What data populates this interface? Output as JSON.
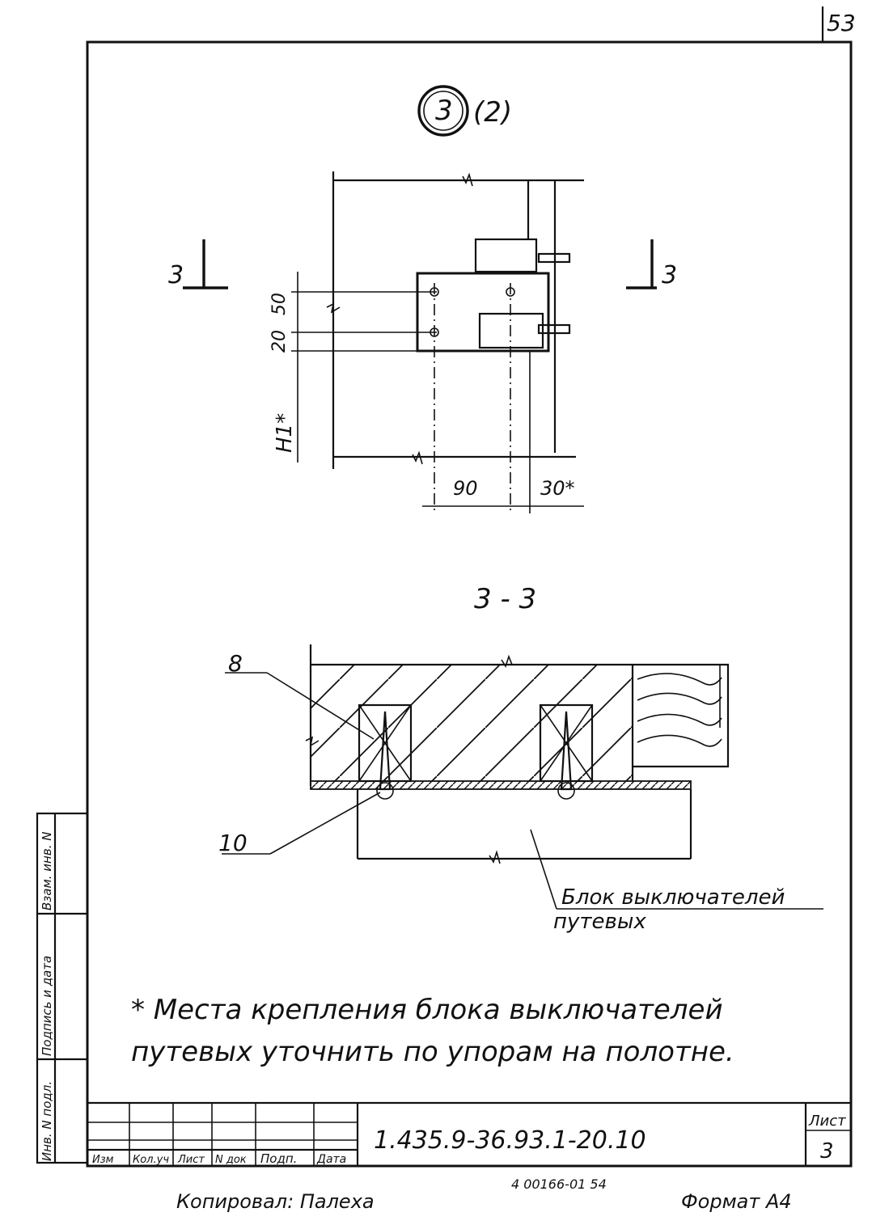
{
  "page_number": "53",
  "detail": {
    "circle_number": "3",
    "reference": "(2)"
  },
  "section_mark": {
    "left": "3",
    "right": "3"
  },
  "dimensions": {
    "d50": "50",
    "d20": "20",
    "h1": "H1*",
    "d90": "90",
    "d30": "30*"
  },
  "section_title": "3 - 3",
  "callouts": {
    "c8": "8",
    "c10": "10"
  },
  "block_label": {
    "line1": "Блок выключателей",
    "line2": "путевых"
  },
  "note": {
    "line1": "* Места крепления блока выключателей",
    "line2": "путевых уточнить по упорам на полотне."
  },
  "side_stamp": {
    "col1": "Инв. N подл.",
    "col2": "Подпись и дата",
    "col3": "Взам. инв. N"
  },
  "title_block": {
    "headers": [
      "Изм",
      "Кол.уч",
      "Лист",
      "N док",
      "Подп.",
      "Дата"
    ],
    "doc_code": "1.435.9-36.93.1-20.10",
    "sheet_label": "Лист",
    "sheet_number": "3"
  },
  "footer": {
    "copied": "Копировал: Палеха",
    "archive": "4 00166-01  54",
    "format": "Формат А4"
  }
}
